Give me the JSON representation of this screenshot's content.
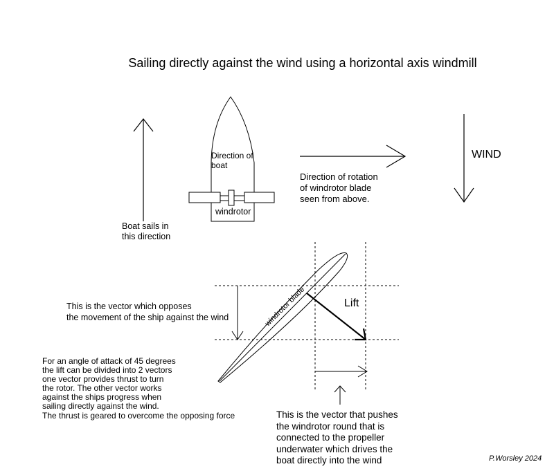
{
  "title": "Sailing directly against the wind using a horizontal axis windmill",
  "boat_label": [
    "Direction of",
    "boat"
  ],
  "windrotor_label": "windrotor",
  "rotation_label": [
    "Direction of rotation",
    "of windrotor blade",
    "seen from above."
  ],
  "wind_label": "WIND",
  "boat_sails_label": [
    "Boat sails in",
    "this direction"
  ],
  "blade_label": "windrotor blade",
  "lift_label": "Lift",
  "opposing_vector_label": [
    "This is the vector which opposes",
    "the movement of the ship against the wind"
  ],
  "angle_note": [
    "For an angle of attack of 45 degrees",
    "the lift can be divided into 2 vectors",
    "one vector provides thrust to turn",
    "the rotor. The other vector works",
    "against the ships progress when",
    "sailing directly against the wind.",
    "The thrust is geared to overcome the opposing force"
  ],
  "thrust_note": [
    "This is the vector that pushes",
    "the windrotor round that is",
    "connected to the propeller",
    "underwater which drives the",
    "boat directly into the wind"
  ],
  "signature": "P.Worsley 2024"
}
